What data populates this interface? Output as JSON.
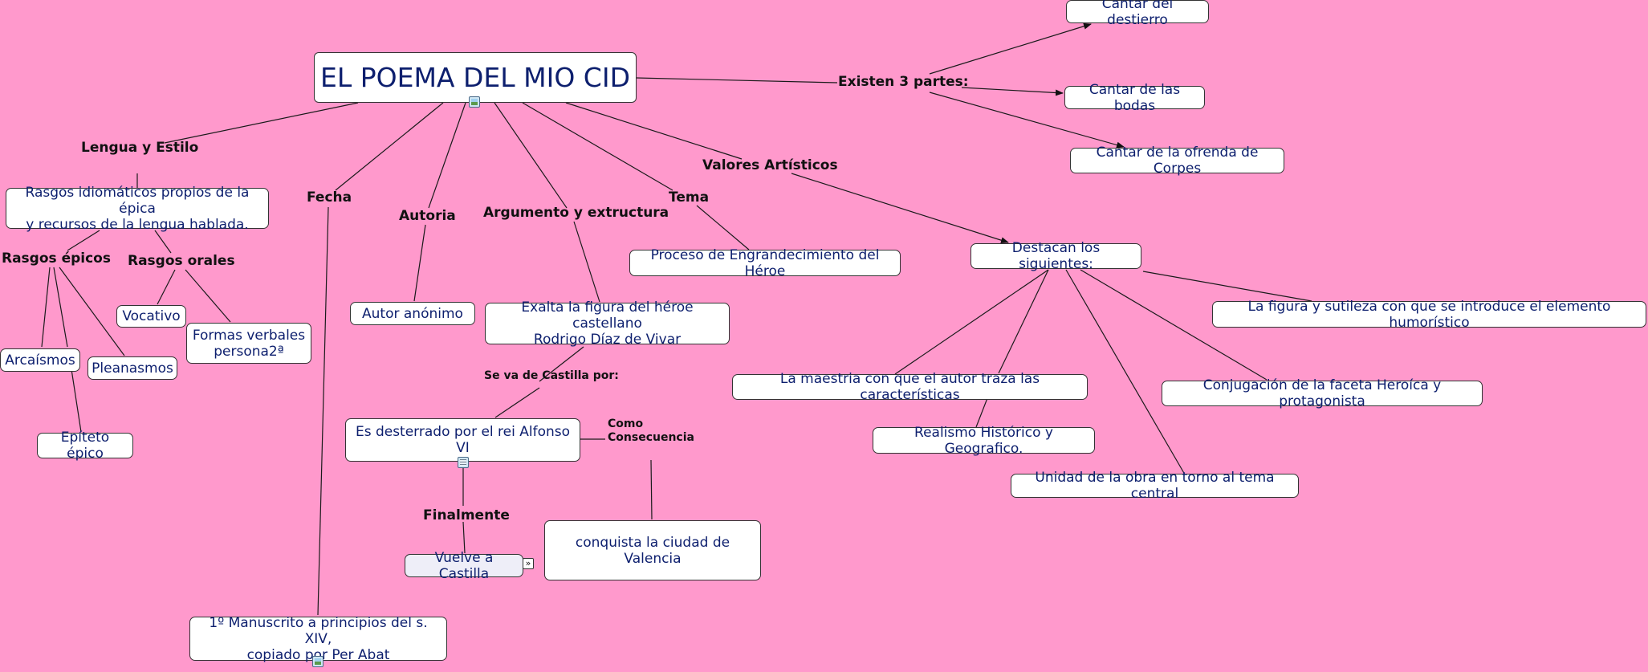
{
  "title": "EL POEMA DEL MIO CID",
  "colors": {
    "background": "#ff99cc",
    "node_fill": "#ffffff",
    "node_text": "#0d1f6e",
    "link": "#1a1a1a"
  },
  "nodes": {
    "cantar_destierro": "Cantar del destierro",
    "cantar_bodas": "Cantar de las bodas",
    "cantar_corpes": "Cantar de la ofrenda de Corpes",
    "rasgos_idiomaticos": "Rasgos idiomáticos propios de la épica\ny recursos de la lengua hablada.",
    "proceso": "Proceso de Engrandecimiento del Héroe",
    "destacan": "Destacan los siguientes:",
    "figura_sutileza": "La figura y sutileza con que se introduce el elemento humorístico",
    "vocativo": "Vocativo",
    "formas_verbales": "Formas verbales\npersona2ª",
    "autor_anonimo": "Autor anónimo",
    "exalta": "Exalta la figura del héroe castellano\nRodrigo Díaz de Vivar",
    "arcaismos": "Arcaísmos",
    "pleanasmos": "Pleanasmos",
    "maestria": "La maestria con que el autor traza las características",
    "conjugacion": "Conjugación de la faceta Heroíca y protagonista",
    "desterrado": "Es desterrado por el rei Alfonso VI",
    "realismo": "Realismo Histórico y Geografico.",
    "epiteto": "Epíteto épico",
    "unidad": "Unidad de la obra en torno al tema central",
    "conquista": "conquista la ciudad de Valencia",
    "vuelve": "Vuelve a Castilla",
    "manuscrito": "1º Manuscrito a principios del s. XIV,\ncopiado por Per Abat"
  },
  "phrases": {
    "existen": "Existen 3 partes:",
    "lengua_estilo": "Lengua y Estilo",
    "valores": "Valores Artísticos",
    "fecha": "Fecha",
    "tema": "Tema",
    "argumento": "Argumento y extructura",
    "autoria": "Autoria",
    "rasgos_epicos": "Rasgos épicos",
    "rasgos_orales": "Rasgos orales",
    "se_va": "Se va de Castilla por:",
    "como_consecuencia": "Como\nConsecuencia",
    "finalmente": "Finalmente"
  }
}
